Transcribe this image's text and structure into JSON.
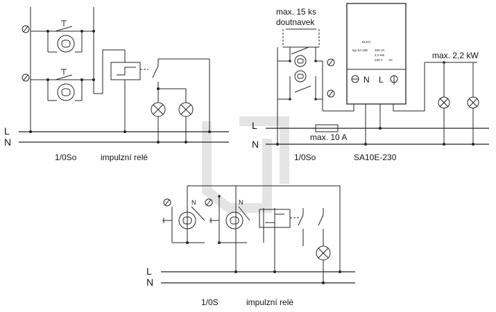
{
  "diagram1": {
    "line_L": "L",
    "line_N": "N",
    "caption_switch": "1/0So",
    "caption_relay": "impulzní relé"
  },
  "diagram2": {
    "note_max_ks_1": "max. 15 ks",
    "note_max_ks_2": "doutnavek",
    "note_power": "max. 2,2 kW",
    "note_fuse": "max. 10 A",
    "line_L": "L",
    "line_N": "N",
    "caption_switch": "1/0So",
    "caption_device": "SA10E-230",
    "device": {
      "brand": "ELKO",
      "type": "typ SA 10E",
      "spec_1": "450 VA",
      "spec_2": "2,2 kW",
      "spec_3": "230 V",
      "spec_4": "AC",
      "term_N": "N",
      "term_L": "L"
    }
  },
  "diagram3": {
    "line_L": "L",
    "line_N": "N",
    "sw1_N": "N",
    "sw2_N": "N",
    "caption_switch": "1/0S",
    "caption_relay": "impulzní relé"
  }
}
